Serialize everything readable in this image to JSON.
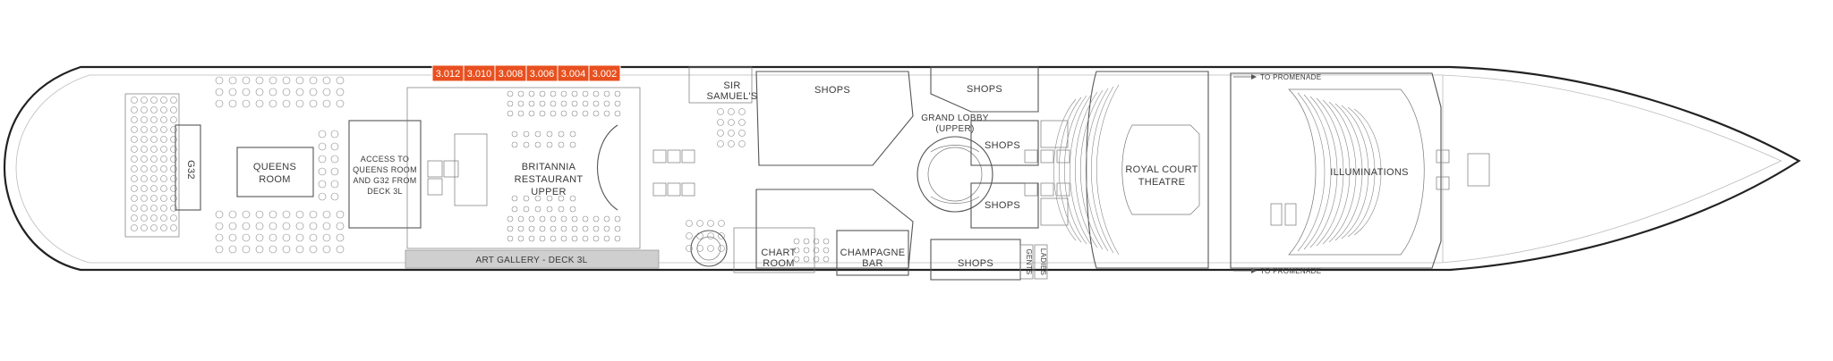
{
  "cabins": [
    {
      "id": "3.012"
    },
    {
      "id": "3.010"
    },
    {
      "id": "3.008"
    },
    {
      "id": "3.006"
    },
    {
      "id": "3.004"
    },
    {
      "id": "3.002"
    }
  ],
  "rooms": {
    "g32": "G32",
    "queens_room_1": "QUEENS",
    "queens_room_2": "ROOM",
    "access_1": "ACCESS TO",
    "access_2": "QUEENS ROOM",
    "access_3": "AND G32 FROM",
    "access_4": "DECK 3L",
    "britannia_1": "BRITANNIA",
    "britannia_2": "RESTAURANT",
    "britannia_3": "UPPER",
    "art_gallery": "ART GALLERY - DECK 3L",
    "sir_samuels_1": "SIR",
    "sir_samuels_2": "SAMUEL'S",
    "shops_1": "SHOPS",
    "shops_2": "SHOPS",
    "shops_3": "SHOPS",
    "shops_4": "SHOPS",
    "shops_5": "SHOPS",
    "grand_lobby_1": "GRAND LOBBY",
    "grand_lobby_2": "(UPPER)",
    "chart_room_1": "CHART",
    "chart_room_2": "ROOM",
    "champagne_1": "CHAMPAGNE",
    "champagne_2": "BAR",
    "gents": "GENTS",
    "ladies": "LADIES",
    "royal_court_1": "ROYAL COURT",
    "royal_court_2": "THEATRE",
    "illuminations": "ILLUMINATIONS",
    "to_promenade_top": "TO PROMENADE",
    "to_promenade_bottom": "TO PROMENADE"
  },
  "colors": {
    "cabin_highlight": "#e8501f",
    "art_gallery_bar": "#cfcfcf",
    "hull_outline": "#222222"
  }
}
